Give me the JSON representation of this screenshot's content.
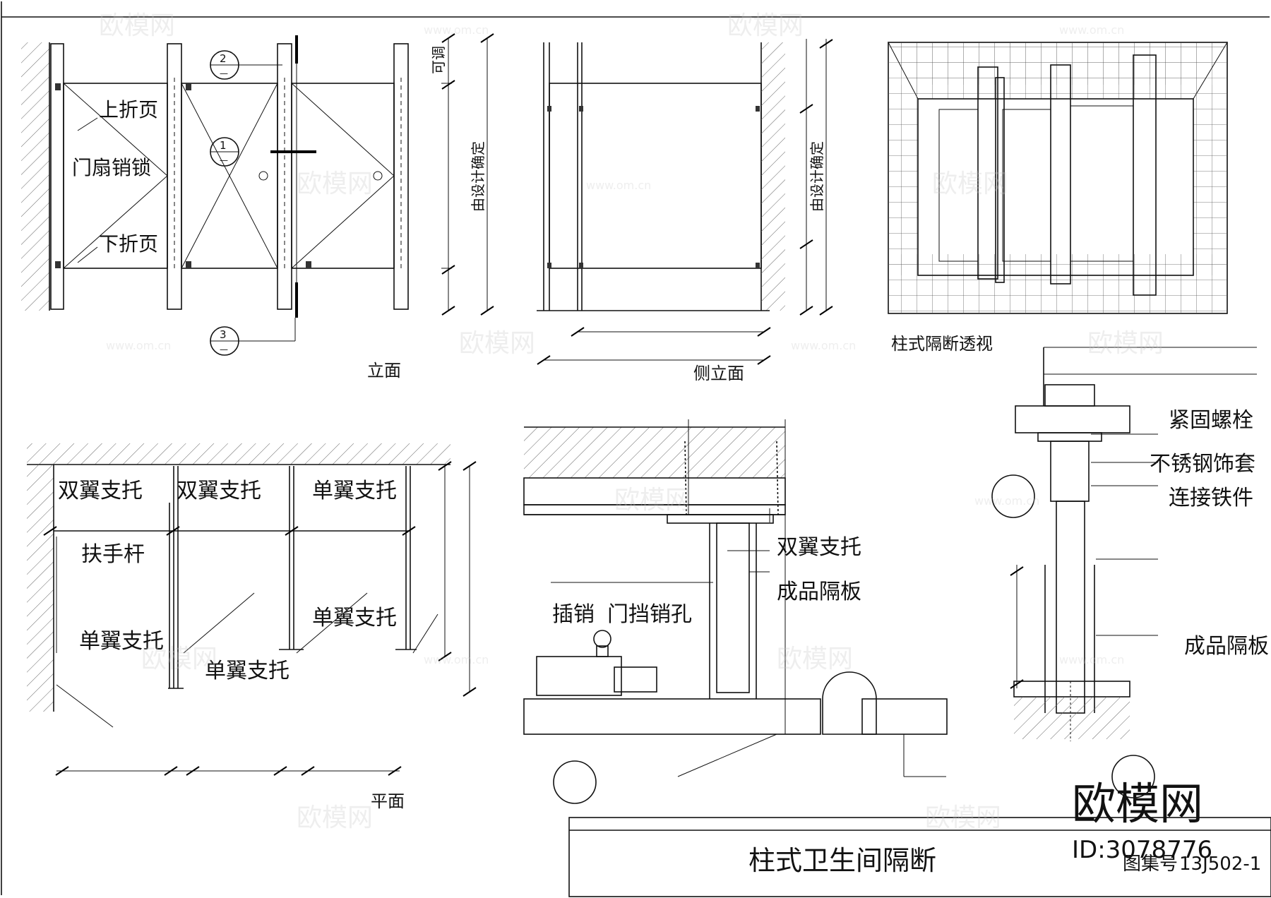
{
  "drawing": {
    "title": "柱式卫生间隔断",
    "atlas_label": "图集号",
    "atlas_no": "13J502-1",
    "elevation_caption": "立面",
    "side_elevation_caption": "侧立面",
    "perspective_caption": "柱式隔断透视",
    "plan_caption": "平面"
  },
  "elevation": {
    "labels": [
      "上折页",
      "门扇销锁",
      "下折页"
    ],
    "adjustable": "可调",
    "design_dim": "由设计确定",
    "section_marks": [
      {
        "num": "2",
        "sheet": "—"
      },
      {
        "num": "1",
        "sheet": "—"
      },
      {
        "num": "3",
        "sheet": "—"
      }
    ]
  },
  "side_elevation": {
    "design_dim": "由设计确定"
  },
  "plan": {
    "labels": [
      "双翼支托",
      "双翼支托",
      "单翼支托",
      "扶手杆",
      "单翼支托",
      "单翼支托",
      "单翼支托"
    ]
  },
  "detail_middle": {
    "labels": [
      "双翼支托",
      "成品隔板",
      "插销",
      "门挡销孔"
    ]
  },
  "detail_right": {
    "labels": [
      "紧固螺栓",
      "不锈钢饰套",
      "连接铁件",
      "成品隔板"
    ]
  },
  "watermark": {
    "brand": "欧模网",
    "site": "www.om.cn",
    "id": "ID:3078776"
  }
}
